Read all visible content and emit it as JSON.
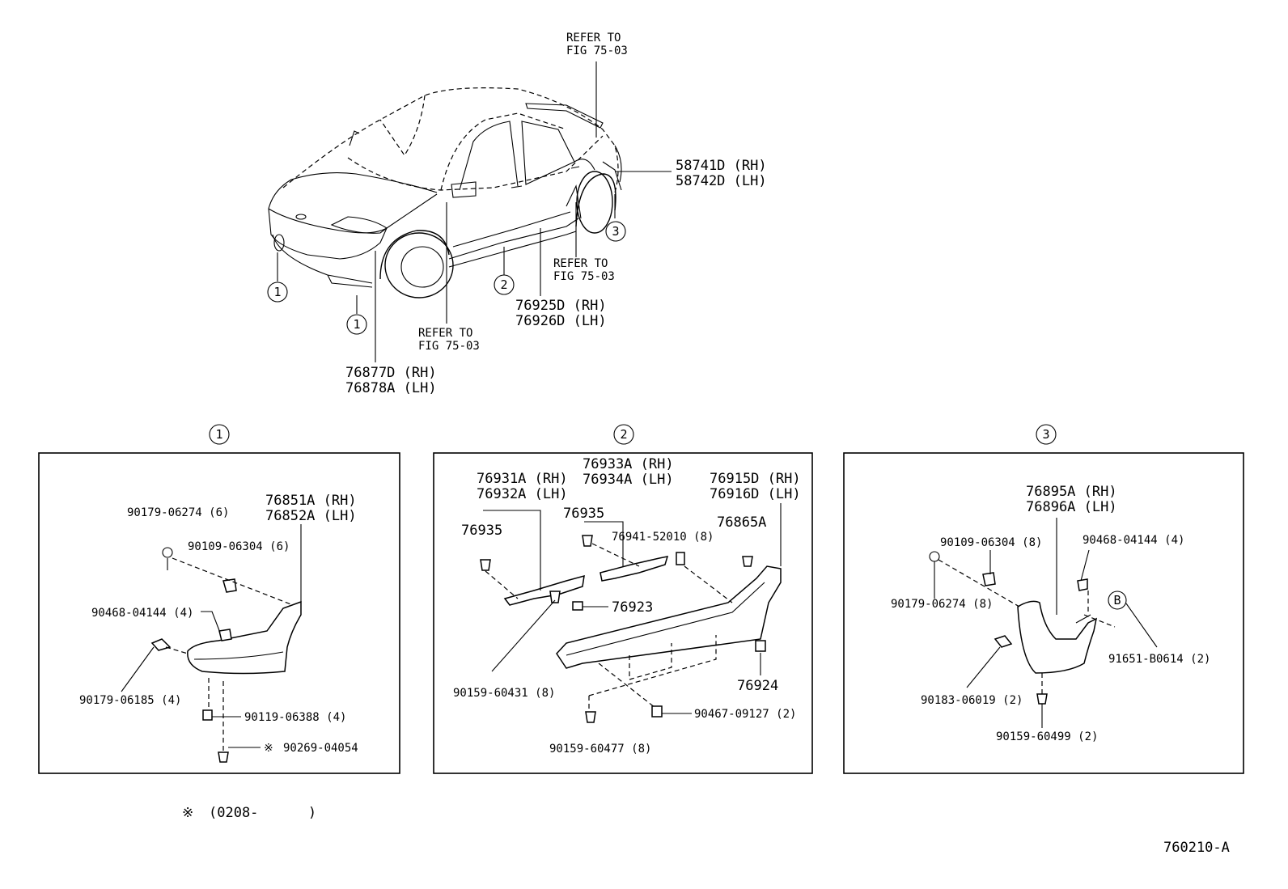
{
  "diagram_code": "760210-A",
  "note": {
    "symbol": "※",
    "range": "(0208-      )"
  },
  "overview": {
    "ref_rear": [
      "REFER TO",
      "FIG 75-03"
    ],
    "ref_mid": [
      "REFER TO",
      "FIG 75-03"
    ],
    "ref_front": [
      "REFER TO",
      "FIG 75-03"
    ],
    "mudguard_rear": [
      "58741D (RH)",
      "58742D (LH)"
    ],
    "side_skirt": [
      "76925D (RH)",
      "76926D (LH)"
    ],
    "front_mudguard": [
      "76877D (RH)",
      "76878A (LH)"
    ],
    "callouts": [
      "1",
      "1",
      "2",
      "3"
    ]
  },
  "panel1": {
    "header": "1",
    "spoiler": [
      "76851A (RH)",
      "76852A (LH)"
    ],
    "parts": [
      "90179-06274 (6)",
      "90109-06304 (6)",
      "90468-04144 (4)",
      "90179-06185 (4)",
      "90119-06388 (4)",
      "90269-04054"
    ],
    "mark": "※"
  },
  "panel2": {
    "header": "2",
    "bracket_a": [
      "76931A (RH)",
      "76932A (LH)"
    ],
    "bracket_b": [
      "76933A (RH)",
      "76934A (LH)"
    ],
    "skirt": [
      "76915D (RH)",
      "76916D (LH)"
    ],
    "parts": [
      "76935",
      "76935",
      "76865A",
      "76941-52010 (8)",
      "76923",
      "76924",
      "90159-60431 (8)",
      "90467-09127 (2)",
      "90159-60477 (8)"
    ]
  },
  "panel3": {
    "header": "3",
    "mudguard": [
      "76895A (RH)",
      "76896A (LH)"
    ],
    "parts": [
      "90109-06304 (8)",
      "90468-04144 (4)",
      "90179-06274 (8)",
      "91651-B0614 (2)",
      "90183-06019 (2)",
      "90159-60499 (2)"
    ],
    "letter": "B"
  }
}
